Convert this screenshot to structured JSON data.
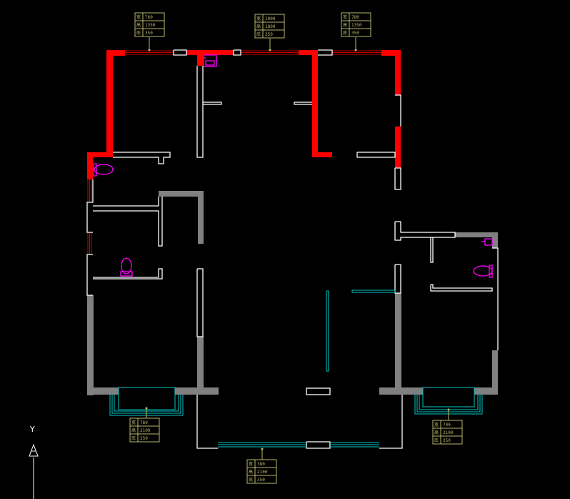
{
  "drawing": {
    "background": "#000000",
    "colors": {
      "new_wall": "#ff0000",
      "demolished_wall": "#808080",
      "existing_line": "#ffffff",
      "window": "#00c8c8",
      "fixture": "#ff00ff",
      "tag": "#b8b86a",
      "window_hatch": "#c80000"
    },
    "icons": [
      "window-tag-icon",
      "toilet-icon",
      "basin-icon",
      "ucs-icon"
    ],
    "ucs_axis_label": "Y",
    "window_tags": [
      {
        "id": "top-left",
        "rows": [
          [
            "宽",
            "760"
          ],
          [
            "高",
            "1350"
          ],
          [
            "底",
            "350"
          ]
        ]
      },
      {
        "id": "top-middle",
        "rows": [
          [
            "宽",
            "1000"
          ],
          [
            "高",
            "1800"
          ],
          [
            "底",
            "350"
          ]
        ]
      },
      {
        "id": "top-right",
        "rows": [
          [
            "宽",
            "780"
          ],
          [
            "高",
            "1350"
          ],
          [
            "底",
            "350"
          ]
        ]
      },
      {
        "id": "bottom-left",
        "rows": [
          [
            "宽",
            "760"
          ],
          [
            "高",
            "2100"
          ],
          [
            "底",
            "350"
          ]
        ]
      },
      {
        "id": "bottom-middle",
        "rows": [
          [
            "宽",
            "380"
          ],
          [
            "高",
            "2100"
          ],
          [
            "底",
            "350"
          ]
        ]
      },
      {
        "id": "bottom-right",
        "rows": [
          [
            "宽",
            "740"
          ],
          [
            "高",
            "2100"
          ],
          [
            "底",
            "350"
          ]
        ]
      }
    ]
  }
}
